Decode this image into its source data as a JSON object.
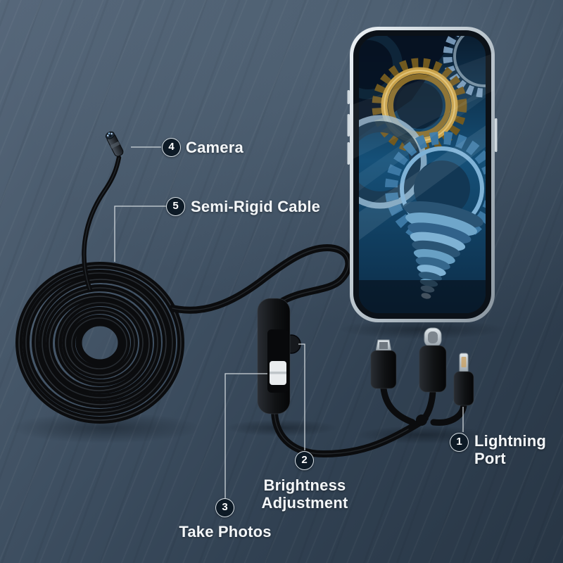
{
  "meta": {
    "type": "product-feature-diagram",
    "subject": "endoscope-borescope-camera-kit"
  },
  "colors": {
    "background_top": "#57687b",
    "background_bottom": "#283645",
    "label_text": "#f4f7f9",
    "badge_fill": "#0d1a26",
    "cable_black": "#0b0c0e",
    "phone_frame_silver": "#c9d3da",
    "screen_blue": "#155078",
    "gear_gold": "#c9a24a"
  },
  "phone": {
    "screen_content": "gears-machinery-photo"
  },
  "callouts": {
    "lightning_port": {
      "num": "1",
      "label": "Lightning Port"
    },
    "brightness": {
      "num": "2",
      "label": "Brightness Adjustment"
    },
    "take_photos": {
      "num": "3",
      "label": "Take Photos"
    },
    "camera": {
      "num": "4",
      "label": "Camera"
    },
    "semi_rigid": {
      "num": "5",
      "label": "Semi-Rigid Cable"
    }
  }
}
